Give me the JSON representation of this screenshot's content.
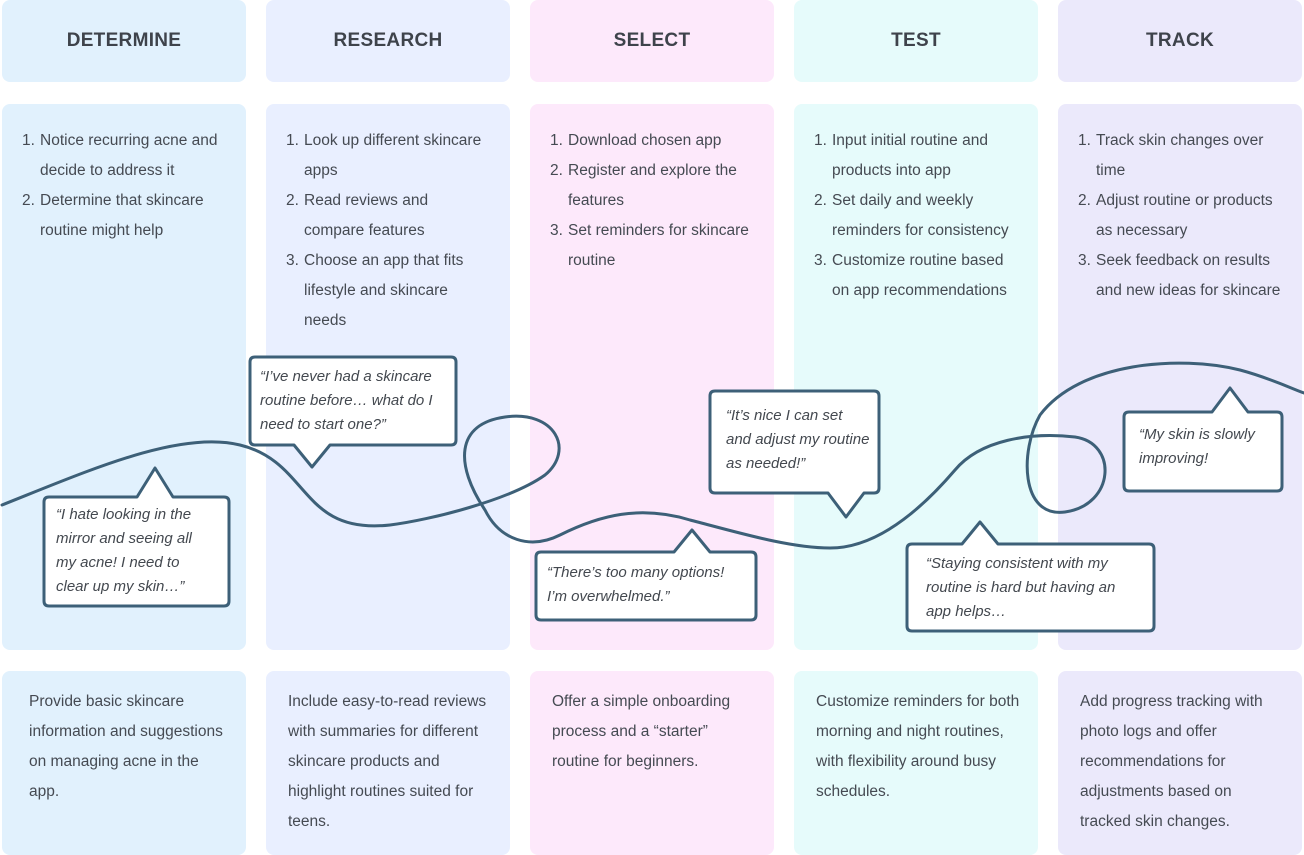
{
  "phases": [
    {
      "title": "DETERMINE",
      "steps": [
        {
          "num": "1.",
          "text": "Notice recurring acne and decide to address it"
        },
        {
          "num": "2.",
          "text": "Determine that skincare routine might help"
        }
      ],
      "quote": "“I hate looking in the mirror and seeing all my acne! I need to clear up my skin…”",
      "opportunity": "Provide basic skincare information and suggestions on managing acne in the app."
    },
    {
      "title": "RESEARCH",
      "steps": [
        {
          "num": "1.",
          "text": "Look up different skincare apps"
        },
        {
          "num": "2.",
          "text": "Read reviews and compare features"
        },
        {
          "num": "3.",
          "text": "Choose an app that fits lifestyle and skincare needs"
        }
      ],
      "quote": "“I’ve never had a skincare routine before… what do I need to start one?”",
      "opportunity": "Include easy-to-read reviews with summaries for different skincare products and highlight routines suited for teens."
    },
    {
      "title": "SELECT",
      "steps": [
        {
          "num": "1.",
          "text": "Download chosen app"
        },
        {
          "num": "2.",
          "text": "Register and explore the features"
        },
        {
          "num": "3.",
          "text": "Set reminders for skincare routine"
        }
      ],
      "quote": "“There’s too many options! I’m overwhelmed.”",
      "opportunity": "Offer a simple onboarding process and a “starter” routine for beginners."
    },
    {
      "title": "TEST",
      "steps": [
        {
          "num": "1.",
          "text": "Input initial routine and products into app"
        },
        {
          "num": "2.",
          "text": "Set daily and weekly reminders for consistency"
        },
        {
          "num": "3.",
          "text": "Customize routine based on app recommendations"
        }
      ],
      "quote_a": "“It’s nice I can set and adjust my routine as needed!”",
      "quote_b": "“Staying consistent with my routine is hard but having an app helps…",
      "opportunity": "Customize reminders for both morning and night routines, with flexibility around busy schedules."
    },
    {
      "title": "TRACK",
      "steps": [
        {
          "num": "1.",
          "text": "Track skin changes over time"
        },
        {
          "num": "2.",
          "text": "Adjust routine or products as necessary"
        },
        {
          "num": "3.",
          "text": "Seek feedback on results and new ideas for skincare"
        }
      ],
      "quote": "“My skin is slowly improving!",
      "opportunity": "Add progress tracking with photo logs and offer recommendations for adjustments based on tracked skin changes."
    }
  ],
  "colors": {
    "phase_backgrounds": [
      "#e1f1fd",
      "#e9efff",
      "#fde9fb",
      "#e6fbfb",
      "#ebe9fb"
    ],
    "journey_line": "#3d6078",
    "bubble_border": "#3d6078",
    "bubble_fill": "#ffffff"
  }
}
